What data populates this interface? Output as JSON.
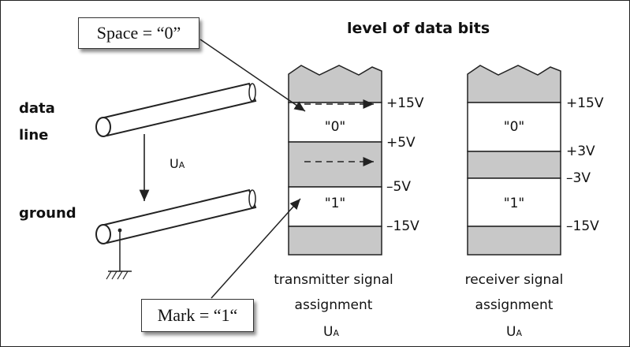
{
  "title": "level of data bits",
  "callouts": {
    "space": "Space = “0”",
    "mark": "Mark = “1“"
  },
  "left_labels": {
    "data_line_1": "data",
    "data_line_2": "line",
    "ground": "ground",
    "voltage": "U",
    "voltage_sub": "A"
  },
  "transmitter": {
    "zero": "\"0\"",
    "one": "\"1\"",
    "levels": [
      "+15V",
      "+5V",
      "–5V",
      "–15V"
    ],
    "caption_1": "transmitter signal",
    "caption_2": "assignment",
    "caption_3": "U",
    "caption_sub": "A"
  },
  "receiver": {
    "zero": "\"0\"",
    "one": "\"1\"",
    "levels": [
      "+15V",
      "+3V",
      "–3V",
      "–15V"
    ],
    "caption_1": "receiver signal",
    "caption_2": "assignment",
    "caption_3": "U",
    "caption_sub": "A"
  },
  "colors": {
    "band_gray": "#c8c8c8",
    "line": "#222222"
  }
}
